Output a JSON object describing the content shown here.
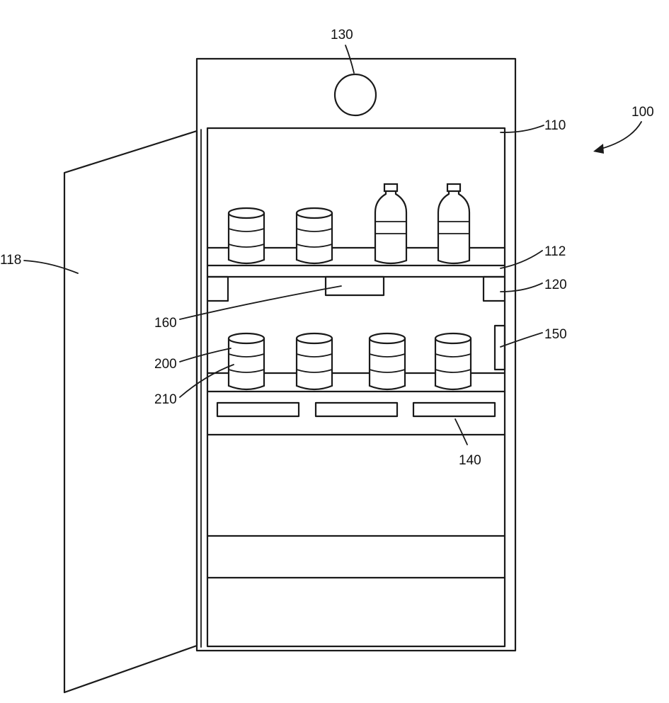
{
  "labels": {
    "ref_100": "100",
    "ref_110": "110",
    "ref_112": "112",
    "ref_118": "118",
    "ref_120": "120",
    "ref_130": "130",
    "ref_140": "140",
    "ref_150": "150",
    "ref_160": "160",
    "ref_200": "200",
    "ref_210": "210"
  },
  "colors": {
    "line": "#1a1a1a",
    "background": "#ffffff"
  }
}
